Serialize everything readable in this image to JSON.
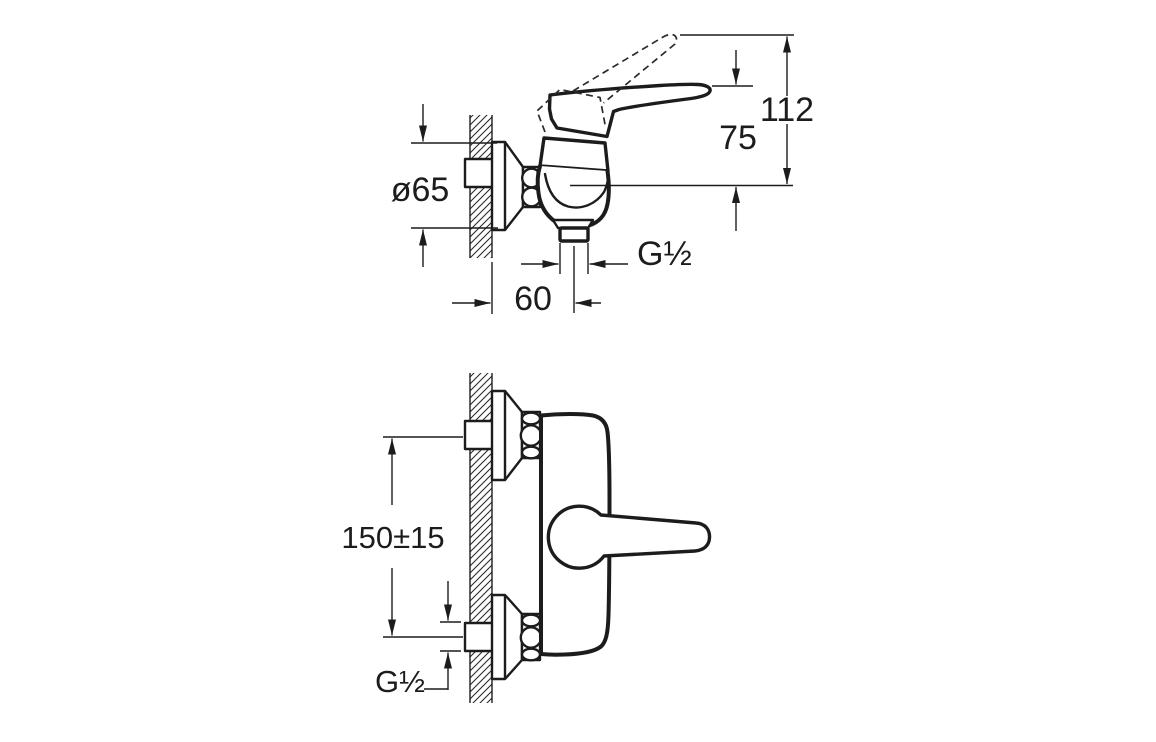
{
  "drawing": {
    "background": "#ffffff",
    "line_color": "#1c1c1c"
  },
  "side_view": {
    "dimensions": {
      "flange_diameter": "ø65",
      "height_to_open_lever": "112",
      "height_to_lever": "75",
      "outlet_thread": "G½",
      "wall_to_outlet": "60"
    }
  },
  "front_view": {
    "dimensions": {
      "inlet_centers_distance": "150±15",
      "inlet_thread": "G½"
    }
  }
}
